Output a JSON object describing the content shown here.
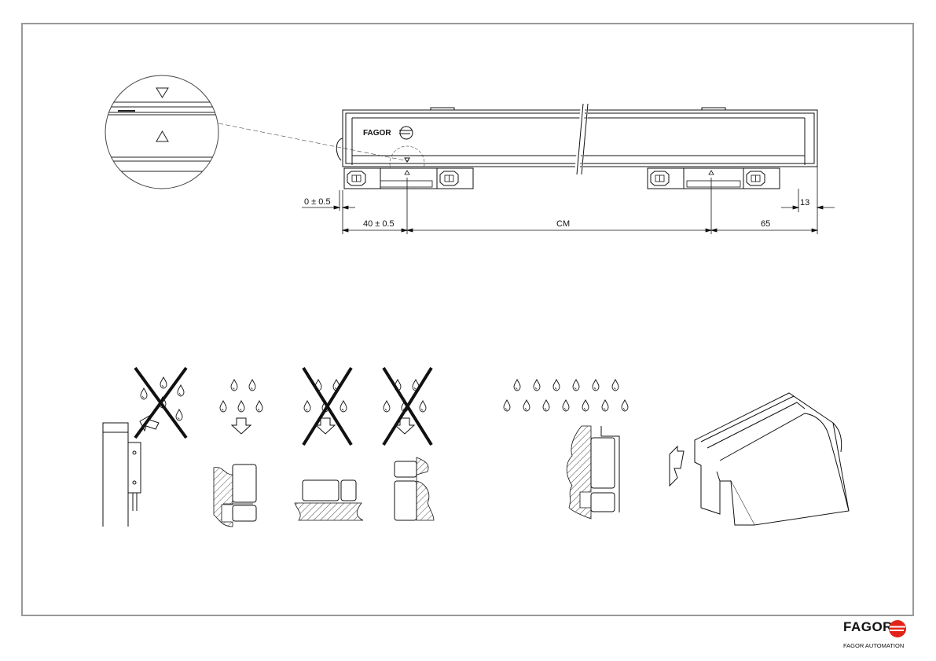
{
  "drawing": {
    "dimensions": {
      "zero_offset": "0 ± 0.5",
      "left_offset": "40 ± 0.5",
      "center_label": "CM",
      "right_offset": "65",
      "height_offset": "13"
    },
    "scale_logo_text": "FAGOR"
  },
  "footer": {
    "brand": "FAGOR",
    "subtitle": "FAGOR AUTOMATION",
    "brand_color": "#e2231a"
  }
}
